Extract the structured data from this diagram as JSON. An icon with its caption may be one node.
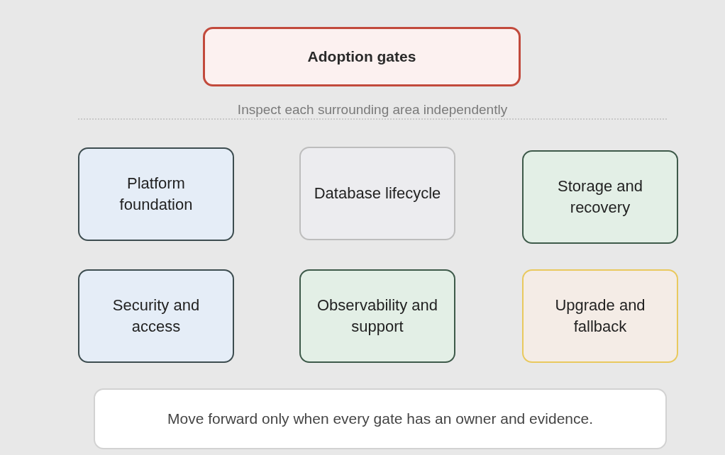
{
  "diagram": {
    "nodes": [
      {
        "text": [
          "Adoption gates"
        ]
      },
      {
        "text": [
          "Platform foundation"
        ]
      },
      {
        "text": [
          "Database lifecycle"
        ]
      },
      {
        "text": [
          "Storage and recovery"
        ]
      },
      {
        "text": [
          "Security and access"
        ]
      },
      {
        "text": [
          "Observability and support"
        ]
      },
      {
        "text": [
          "Upgrade and fallback"
        ]
      },
      {
        "text": [
          "Move forward only when every gate has an owner and evidence."
        ]
      }
    ],
    "labels": [
      "Inspect each surrounding area independently"
    ]
  }
}
